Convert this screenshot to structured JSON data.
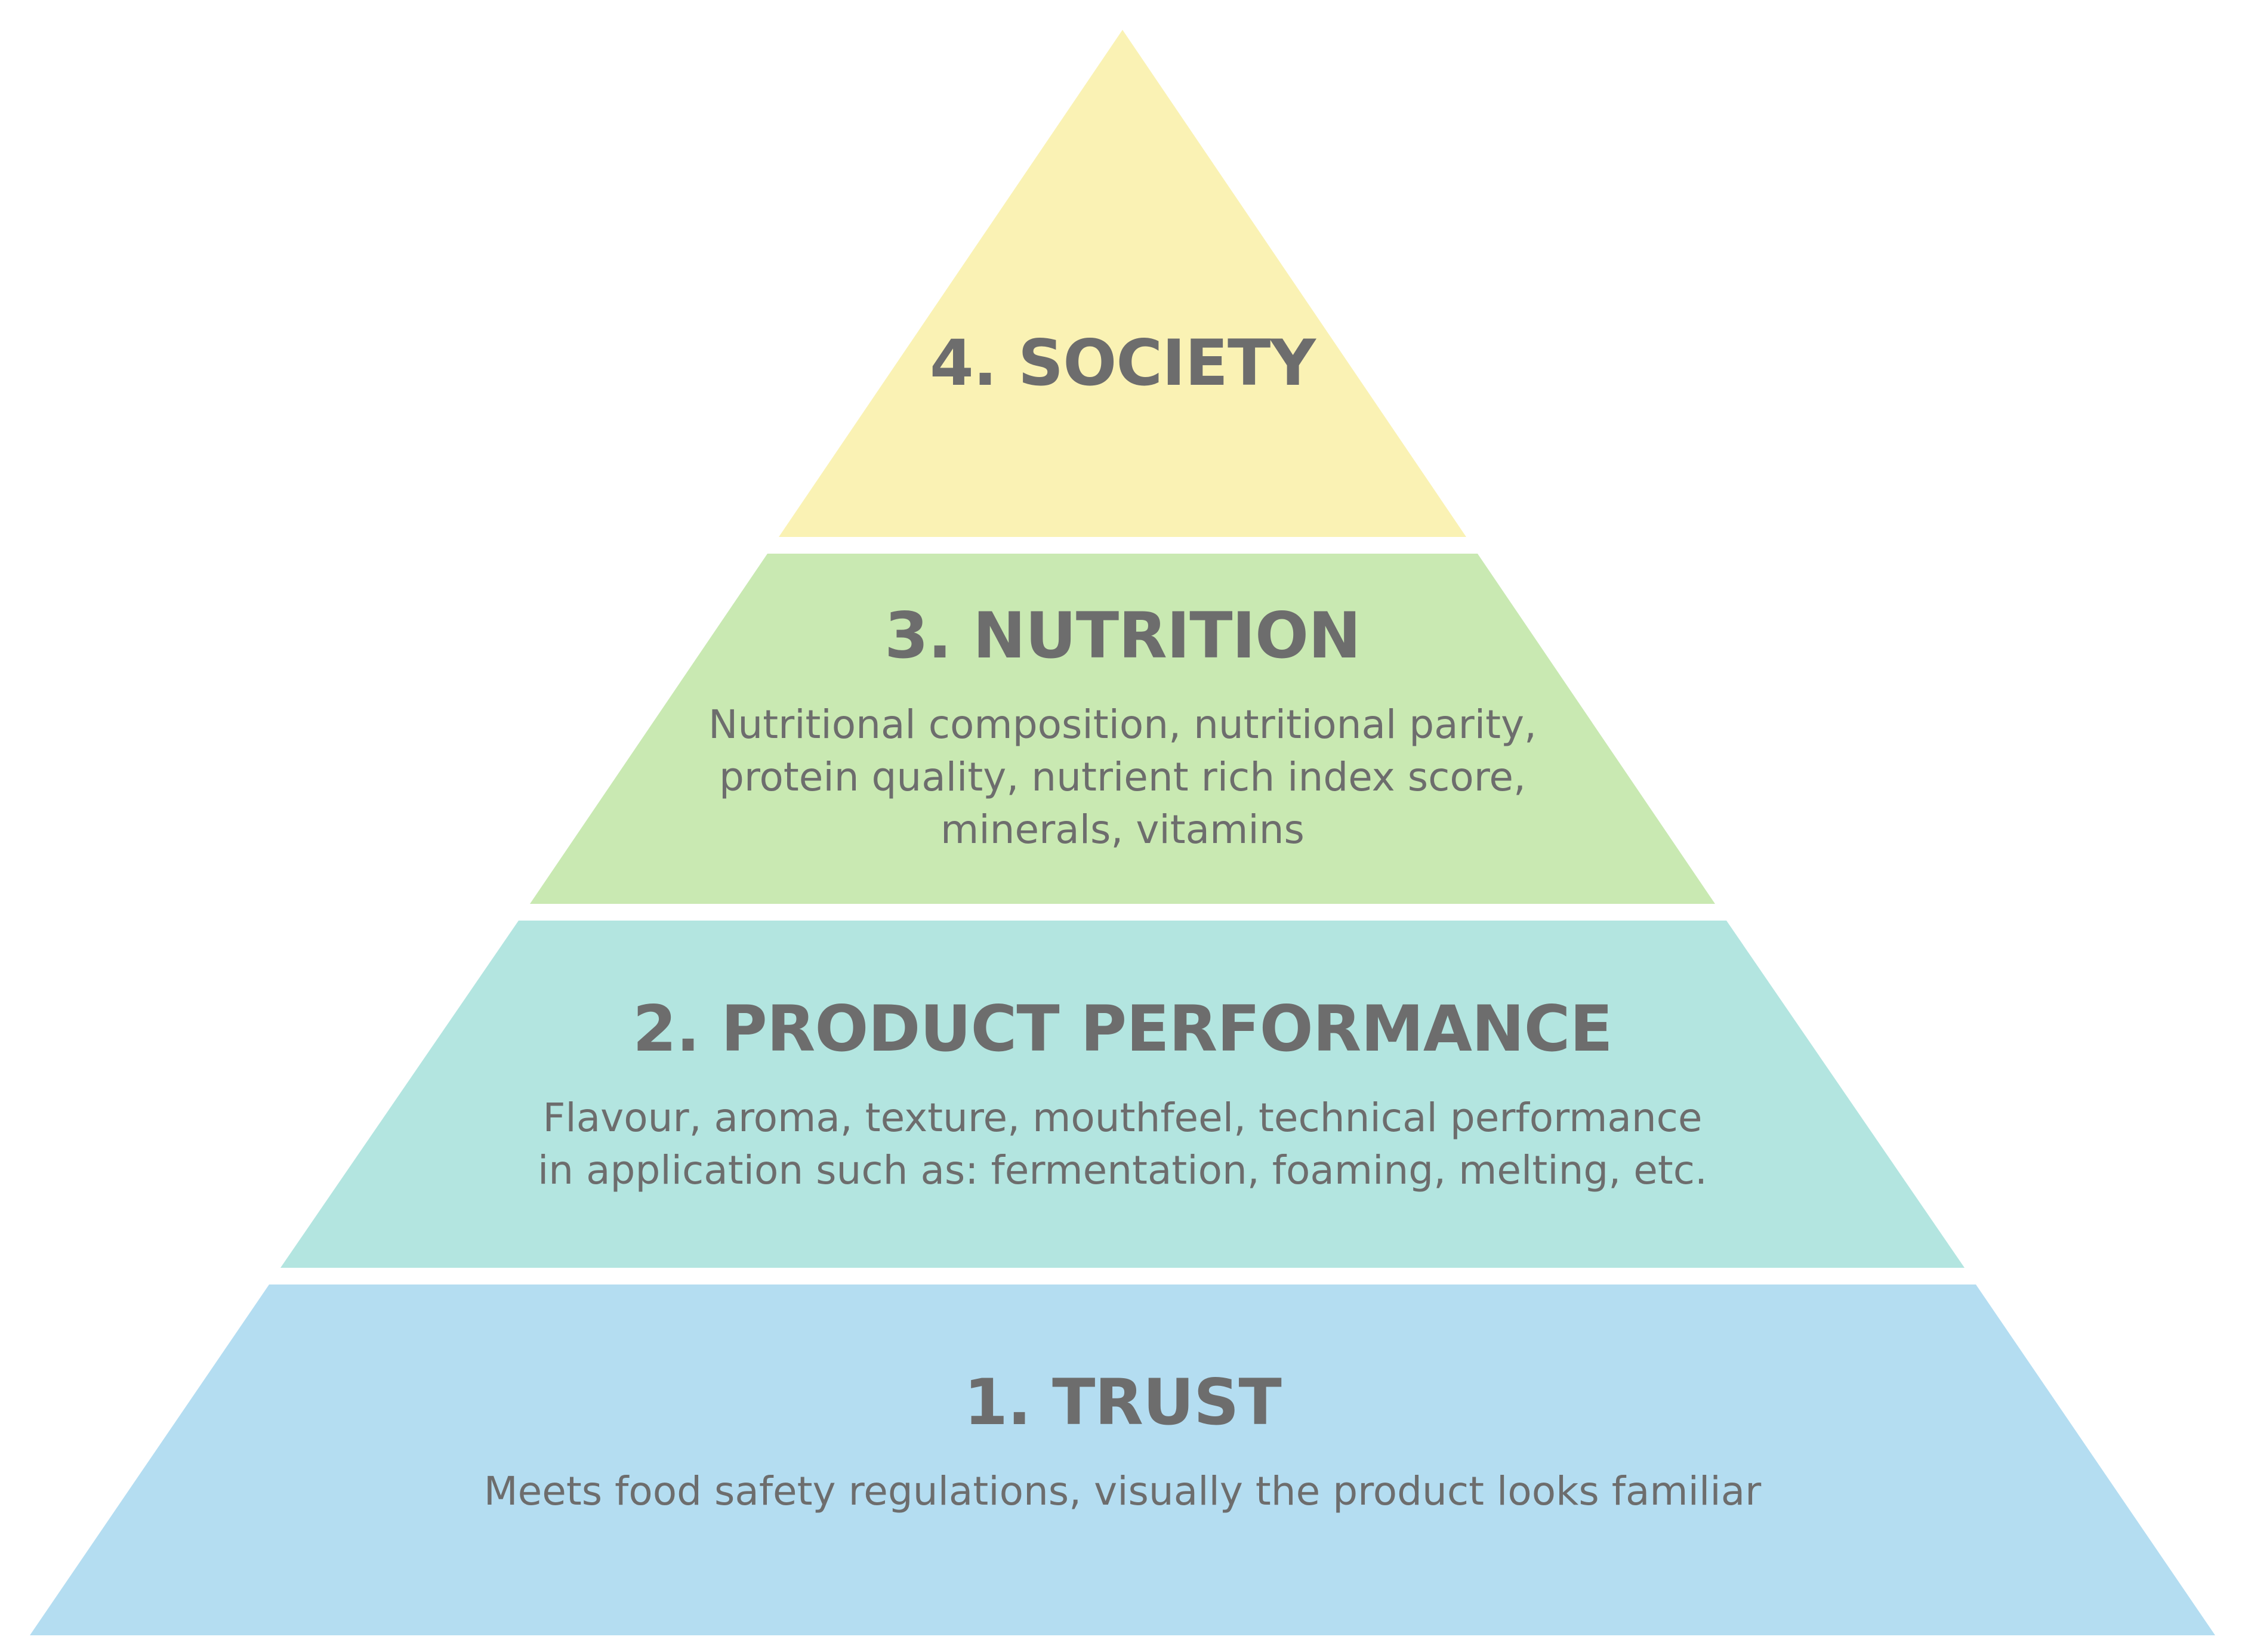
{
  "colors": {
    "society": "#faf2b4",
    "nutrition": "#c9e9b2",
    "product_performance": "#b3e5e0",
    "trust": "#b4ddf1",
    "text": "#6d6d6d"
  },
  "tiers": {
    "society": {
      "title": "4. SOCIETY"
    },
    "nutrition": {
      "title": "3. NUTRITION",
      "description_lines": [
        "Nutritional composition, nutritional parity,",
        "protein quality, nutrient rich index score,",
        "minerals, vitamins"
      ]
    },
    "product_performance": {
      "title": "2. PRODUCT PERFORMANCE",
      "description_lines": [
        "Flavour, aroma, texture, mouthfeel, technical performance",
        "in application such as: fermentation, foaming, melting, etc."
      ]
    },
    "trust": {
      "title": "1. TRUST",
      "description_lines": [
        "Meets food safety regulations, visually the product looks familiar"
      ]
    }
  }
}
